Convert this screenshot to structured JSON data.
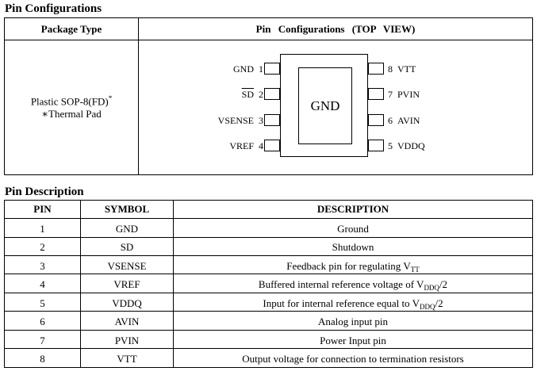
{
  "config_section": {
    "title": "Pin Configurations",
    "header_package": "Package Type",
    "header_config": "Pin Configurations (TOP VIEW)",
    "package_line1": "Plastic SOP-8(FD)",
    "package_line1_mark": "*",
    "package_line2": "∗Thermal Pad",
    "pad_label": "GND",
    "left_pins": [
      {
        "name": "GND",
        "num": "1",
        "overline": false
      },
      {
        "name": "SD",
        "num": "2",
        "overline": true
      },
      {
        "name": "VSENSE",
        "num": "3",
        "overline": false
      },
      {
        "name": "VREF",
        "num": "4",
        "overline": false
      }
    ],
    "right_pins": [
      {
        "num": "8",
        "name": "VTT"
      },
      {
        "num": "7",
        "name": "PVIN"
      },
      {
        "num": "6",
        "name": "AVIN"
      },
      {
        "num": "5",
        "name": "VDDQ"
      }
    ]
  },
  "desc_section": {
    "title": "Pin Description",
    "headers": {
      "pin": "PIN",
      "symbol": "SYMBOL",
      "description": "DESCRIPTION"
    },
    "rows": [
      {
        "pin": "1",
        "symbol": "GND",
        "desc": "Ground",
        "sub": "",
        "tail": ""
      },
      {
        "pin": "2",
        "symbol": "SD",
        "desc": "Shutdown",
        "sub": "",
        "tail": ""
      },
      {
        "pin": "3",
        "symbol": "VSENSE",
        "desc": "Feedback pin for regulating V",
        "sub": "TT",
        "tail": ""
      },
      {
        "pin": "4",
        "symbol": "VREF",
        "desc": "Buffered internal reference voltage of V",
        "sub": "DDQ",
        "tail": "/2"
      },
      {
        "pin": "5",
        "symbol": "VDDQ",
        "desc": "Input for internal reference equal to V",
        "sub": "DDQ",
        "tail": "/2"
      },
      {
        "pin": "6",
        "symbol": "AVIN",
        "desc": "Analog input pin",
        "sub": "",
        "tail": ""
      },
      {
        "pin": "7",
        "symbol": "PVIN",
        "desc": "Power Input pin",
        "sub": "",
        "tail": ""
      },
      {
        "pin": "8",
        "symbol": "VTT",
        "desc": "Output voltage for connection to termination resistors",
        "sub": "",
        "tail": ""
      }
    ]
  }
}
